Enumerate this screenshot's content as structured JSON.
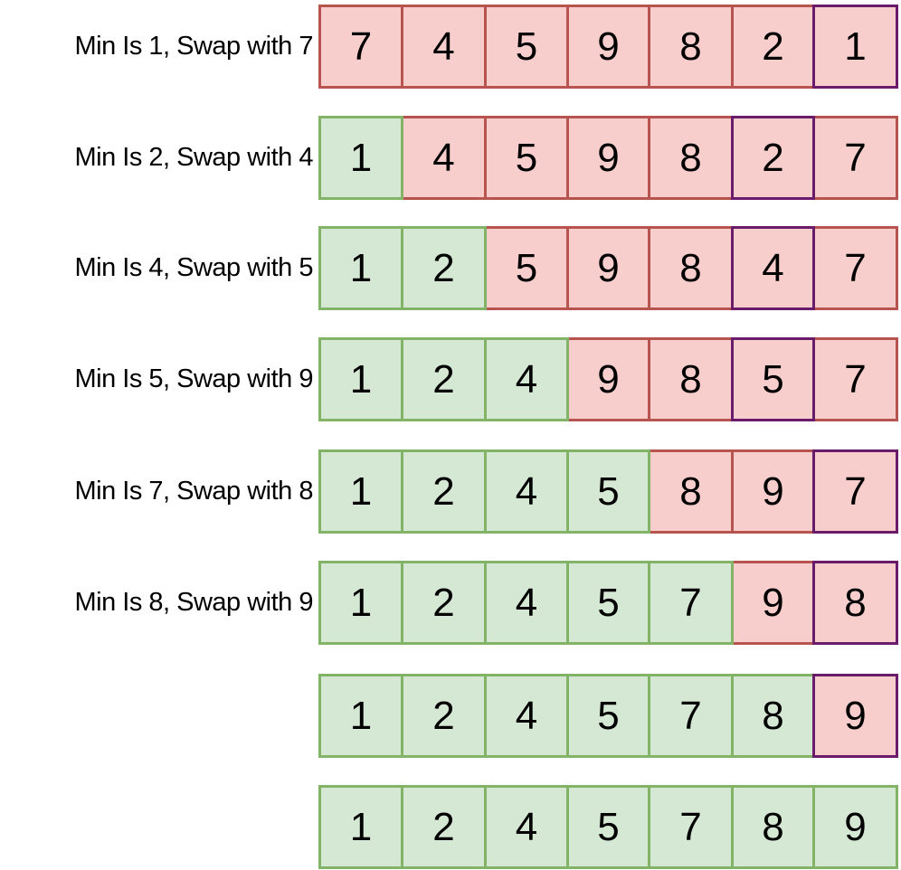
{
  "colors": {
    "unsorted_fill": "#f8cecc",
    "unsorted_border": "#b85450",
    "sorted_fill": "#d5e8d4",
    "sorted_border": "#82b366",
    "min_border": "#6a1b6a"
  },
  "rows": [
    {
      "label": "Min Is 1, Swap with 7",
      "values": [
        7,
        4,
        5,
        9,
        8,
        2,
        1
      ],
      "sorted_count": 0,
      "min_index": 6
    },
    {
      "label": "Min Is 2, Swap with 4",
      "values": [
        1,
        4,
        5,
        9,
        8,
        2,
        7
      ],
      "sorted_count": 1,
      "min_index": 5
    },
    {
      "label": "Min Is 4, Swap with 5",
      "values": [
        1,
        2,
        5,
        9,
        8,
        4,
        7
      ],
      "sorted_count": 2,
      "min_index": 5
    },
    {
      "label": "Min Is 5, Swap with 9",
      "values": [
        1,
        2,
        4,
        9,
        8,
        5,
        7
      ],
      "sorted_count": 3,
      "min_index": 5
    },
    {
      "label": "Min Is 7, Swap with 8",
      "values": [
        1,
        2,
        4,
        5,
        8,
        9,
        7
      ],
      "sorted_count": 4,
      "min_index": 6
    },
    {
      "label": "Min Is 8, Swap with 9",
      "values": [
        1,
        2,
        4,
        5,
        7,
        9,
        8
      ],
      "sorted_count": 5,
      "min_index": 6
    },
    {
      "label": "",
      "values": [
        1,
        2,
        4,
        5,
        7,
        8,
        9
      ],
      "sorted_count": 6,
      "min_index": 6
    },
    {
      "label": "",
      "values": [
        1,
        2,
        4,
        5,
        7,
        8,
        9
      ],
      "sorted_count": 7,
      "min_index": null
    }
  ]
}
